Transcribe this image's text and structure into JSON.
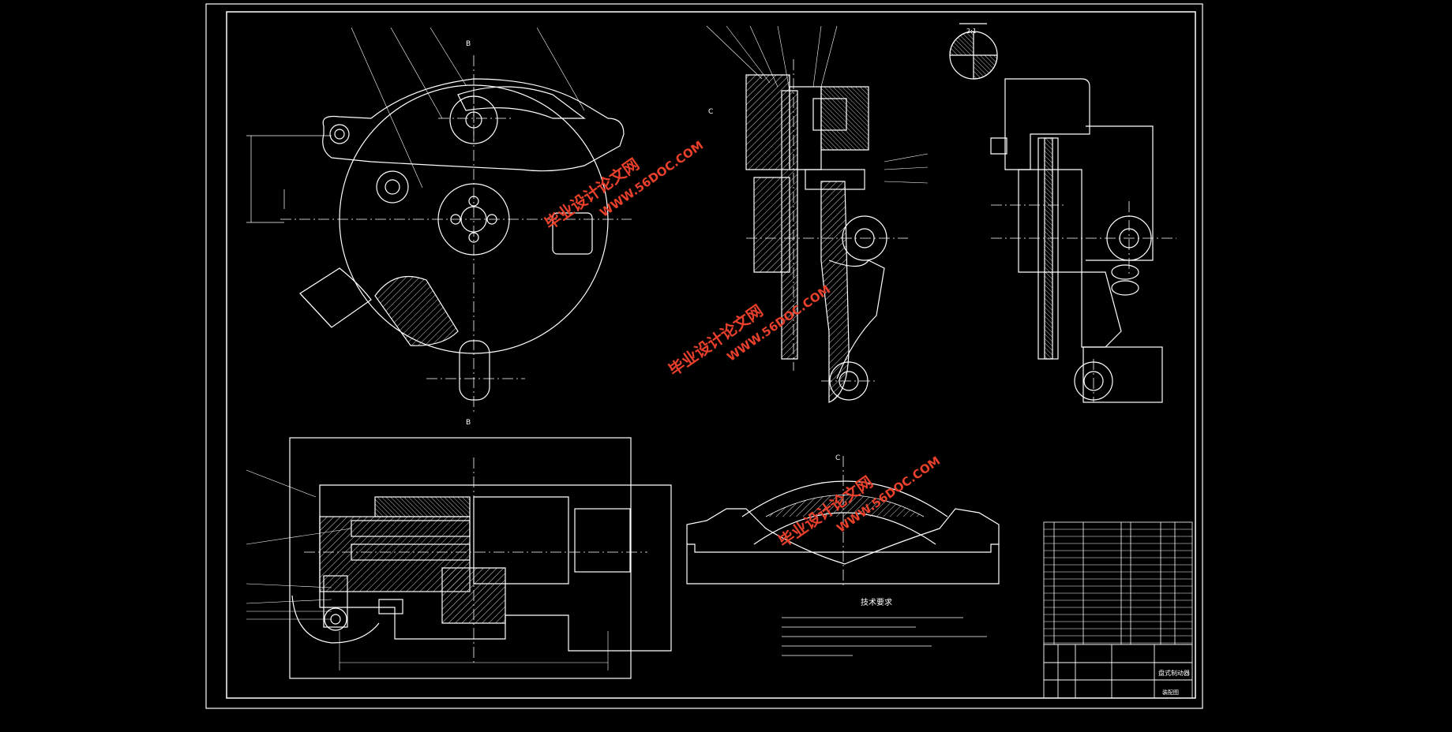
{
  "colors": {
    "background": "#000000",
    "line": "#ffffff",
    "watermark": "#e8402a",
    "hatch": "#d8d8d8"
  },
  "drawing": {
    "title_block": {
      "name": "盘式制动器",
      "code": "装配图"
    },
    "tech_req_title": "技术要求",
    "detail_scale": "2:1",
    "section_marks": {
      "top_left_b": "B",
      "bottom_left_b": "B",
      "side_c": "C",
      "plan_c": "C"
    }
  },
  "watermarks": [
    {
      "cn": "毕业设计论文网",
      "en": "WWW.56DOC.COM"
    },
    {
      "cn": "毕业设计论文网",
      "en": "WWW.56DOC.COM"
    },
    {
      "cn": "毕业设计论文网",
      "en": "WWW.56DOC.COM"
    }
  ]
}
